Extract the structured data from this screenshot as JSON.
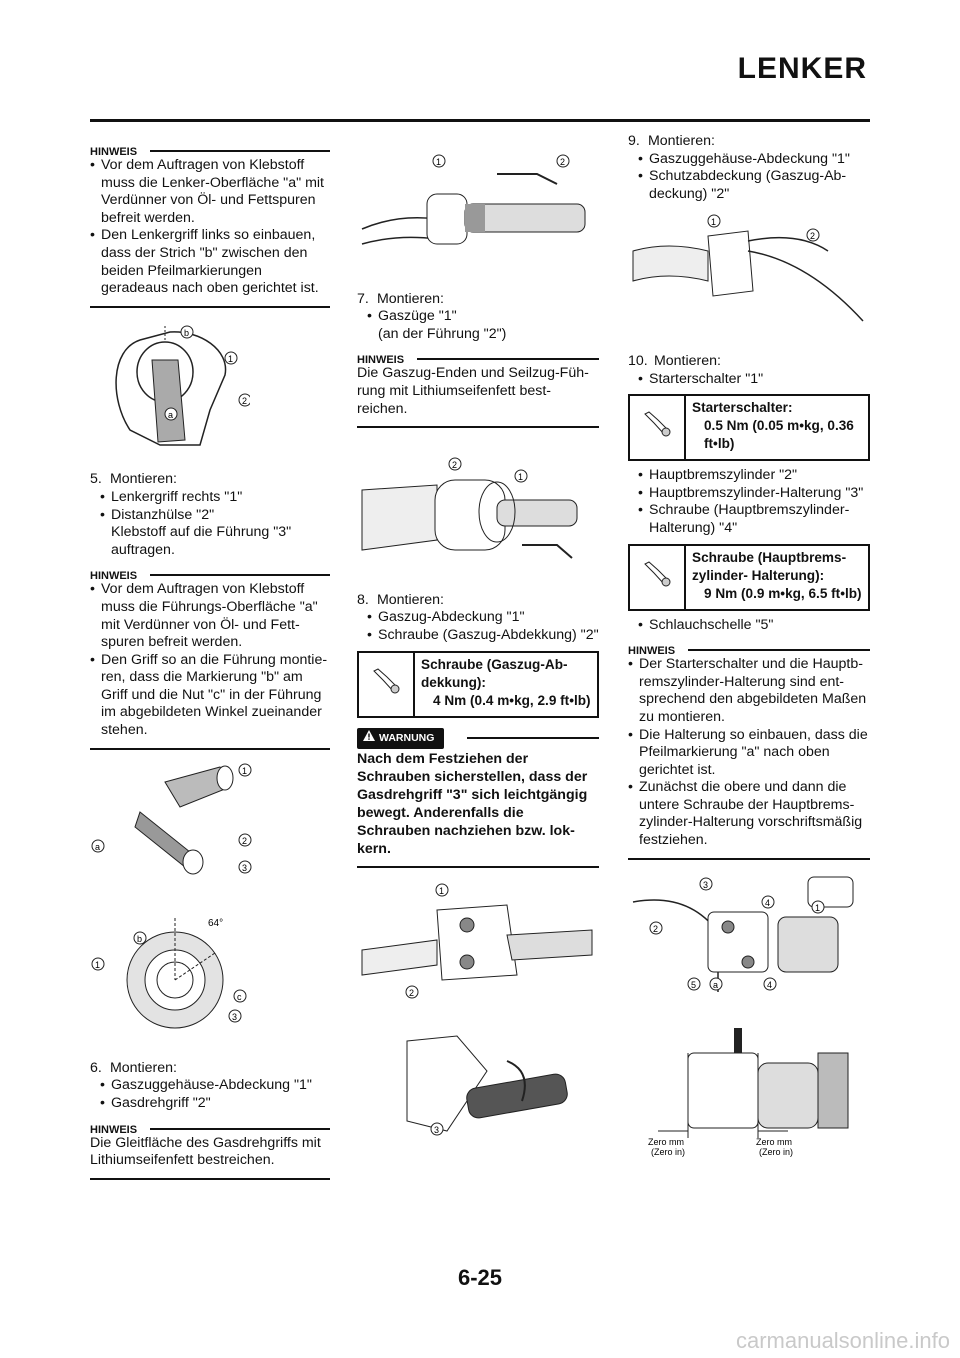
{
  "header": {
    "title": "LENKER"
  },
  "col1": {
    "note1_label": "HINWEIS",
    "note1_items": [
      "Vor dem Auftragen von Klebstoff muss die Lenker-Oberfläche \"a\" mit Verdünner von Öl- und Fettspuren befreit werden.",
      "Den Lenkergriff links so einbauen, dass der Strich \"b\" zwischen den beiden Pfeilmarkierungen geradeaus nach oben gerichtet ist."
    ],
    "step5_num": "5.",
    "step5_title": "Montieren:",
    "step5_items": [
      "Lenkergriff rechts \"1\"",
      "Distanzhülse \"2\""
    ],
    "step5_extra": "Klebstoff auf die Führung \"3\" auftragen.",
    "note2_label": "HINWEIS",
    "note2_items": [
      "Vor dem Auftragen von Klebstoff muss die Führungs-Oberfläche \"a\" mit Verdünner von Öl- und Fett-spuren befreit werden.",
      "Den Griff so an die Führung montie-ren, dass die Markierung \"b\" am Griff und die Nut \"c\" in der Führung im abgebildeten Winkel zueinander stehen."
    ],
    "angle_label": "64°",
    "step6_num": "6.",
    "step6_title": "Montieren:",
    "step6_items": [
      "Gaszuggehäuse-Abdeckung \"1\"",
      "Gasdrehgriff \"2\""
    ],
    "note3_label": "HINWEIS",
    "note3_text": "Die Gleitfläche des Gasdrehgriffs mit Lithiumseifenfett bestreichen."
  },
  "col2": {
    "step7_num": "7.",
    "step7_title": "Montieren:",
    "step7_items": [
      "Gaszüge \"1\""
    ],
    "step7_extra": "(an der Führung \"2\")",
    "note_label": "HINWEIS",
    "note_text": "Die Gaszug-Enden und Seilzug-Füh-rung mit Lithiumseifenfett best-reichen.",
    "step8_num": "8.",
    "step8_title": "Montieren:",
    "step8_items": [
      "Gaszug-Abdeckung \"1\"",
      "Schraube (Gaszug-Abdekkung) \"2\""
    ],
    "spec_name": "Schraube (Gaszug-Ab-dekkung):",
    "spec_value": "4 Nm (0.4 m•kg, 2.9 ft•lb)",
    "warn_label": "WARNUNG",
    "warn_text": "Nach dem Festziehen der Schrauben sicherstellen, dass der Gasdrehgriff \"3\" sich leichtgängig bewegt. Anderenfalls die Schrauben nachziehen bzw. lok-kern."
  },
  "col3": {
    "step9_num": "9.",
    "step9_title": "Montieren:",
    "step9_items": [
      "Gaszuggehäuse-Abdeckung \"1\"",
      "Schutzabdeckung (Gaszug-Ab-deckung) \"2\""
    ],
    "step10_num": "10.",
    "step10_title": "Montieren:",
    "step10_items": [
      "Starterschalter \"1\""
    ],
    "spec1_name": "Starterschalter:",
    "spec1_value": "0.5 Nm (0.05 m•kg, 0.36 ft•lb)",
    "step10_items2": [
      "Hauptbremszylinder \"2\"",
      "Hauptbremszylinder-Halterung \"3\"",
      "Schraube (Hauptbremszylinder-Halterung) \"4\""
    ],
    "spec2_name": "Schraube (Hauptbrems-zylinder- Halterung):",
    "spec2_value": "9 Nm (0.9 m•kg, 6.5 ft•lb)",
    "step10_items3": [
      "Schlauchschelle \"5\""
    ],
    "note_label": "HINWEIS",
    "note_items": [
      "Der Starterschalter und die Hauptb-remszylinder-Halterung sind ent-sprechend den abgebildeten Maßen zu montieren.",
      "Die Halterung so einbauen, dass die Pfeilmarkierung \"a\" nach oben gerichtet ist.",
      "Zunächst die obere und dann die untere Schraube der Hauptbrems-zylinder-Halterung vorschriftsmäßig festziehen."
    ],
    "zero1": "Zero mm",
    "zero1b": "(Zero in)",
    "zero2": "Zero mm",
    "zero2b": "(Zero in)"
  },
  "footer": {
    "page_number": "6-25",
    "watermark": "carmanualsonline.info"
  }
}
